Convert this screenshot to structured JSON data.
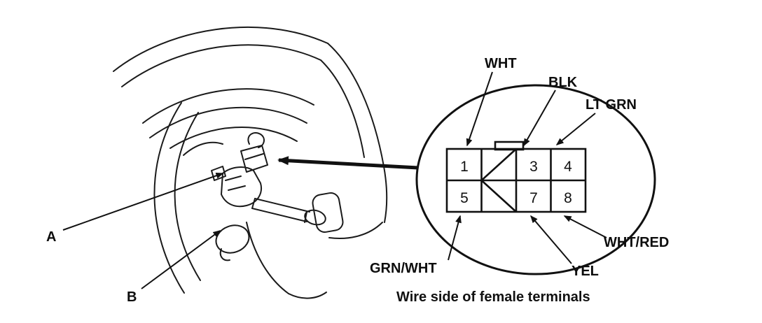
{
  "figure": {
    "caption": "Wire side of female terminals",
    "callouts": {
      "a": "A",
      "b": "B"
    },
    "connector": {
      "terminals": [
        {
          "number": "1"
        },
        {
          "number": "3"
        },
        {
          "number": "4"
        },
        {
          "number": "5"
        },
        {
          "number": "7"
        },
        {
          "number": "8"
        }
      ]
    },
    "wire_labels": {
      "wht": "WHT",
      "blk": "BLK",
      "lt_grn": "LT GRN",
      "grn_wht": "GRN/WHT",
      "yel": "YEL",
      "wht_red": "WHT/RED"
    },
    "colors": {
      "ink": "#1a1a1a",
      "background": "#ffffff"
    }
  }
}
